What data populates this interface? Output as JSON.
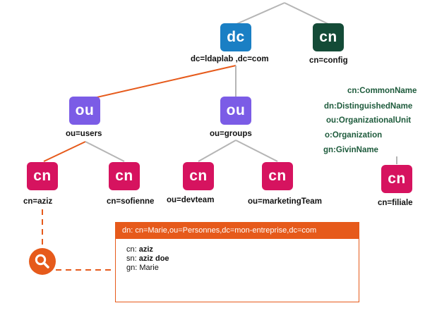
{
  "nodes": {
    "root_dc": {
      "glyph": "dc",
      "label": "dc=ldaplab ,dc=com"
    },
    "config": {
      "glyph": "cn",
      "label": "cn=config"
    },
    "users": {
      "glyph": "ou",
      "label": "ou=users"
    },
    "groups": {
      "glyph": "ou",
      "label": "ou=groups"
    },
    "aziz": {
      "glyph": "cn",
      "label": "cn=aziz"
    },
    "sofienne": {
      "glyph": "cn",
      "label": "cn=sofienne"
    },
    "devteam": {
      "glyph": "cn",
      "label": "ou=devteam"
    },
    "marketing": {
      "glyph": "cn",
      "label": "ou=marketingTeam"
    },
    "filiale": {
      "glyph": "cn",
      "label": "cn=filiale"
    }
  },
  "legend": [
    "cn:CommonName",
    "dn:DistinguishedName",
    "ou:OrganizationalUnit",
    "o:Organization",
    "gn:GivinName"
  ],
  "entry": {
    "header": "dn: cn=Marie,ou=Personnes,dc=mon-entreprise,dc=com",
    "lines": [
      {
        "key": "cn:",
        "value": "aziz"
      },
      {
        "key": "sn:",
        "value": "aziz doe"
      },
      {
        "key": "gn:",
        "value": "Marie"
      }
    ]
  },
  "colors": {
    "dc": "#1a7fc4",
    "config": "#144b37",
    "ou": "#7b5ce6",
    "cn": "#d6135f",
    "highlight": "#e65a1b",
    "link": "#b5b5b5",
    "legend_text": "#1e5b3c"
  },
  "icons": {
    "search": "magnifier-icon"
  }
}
